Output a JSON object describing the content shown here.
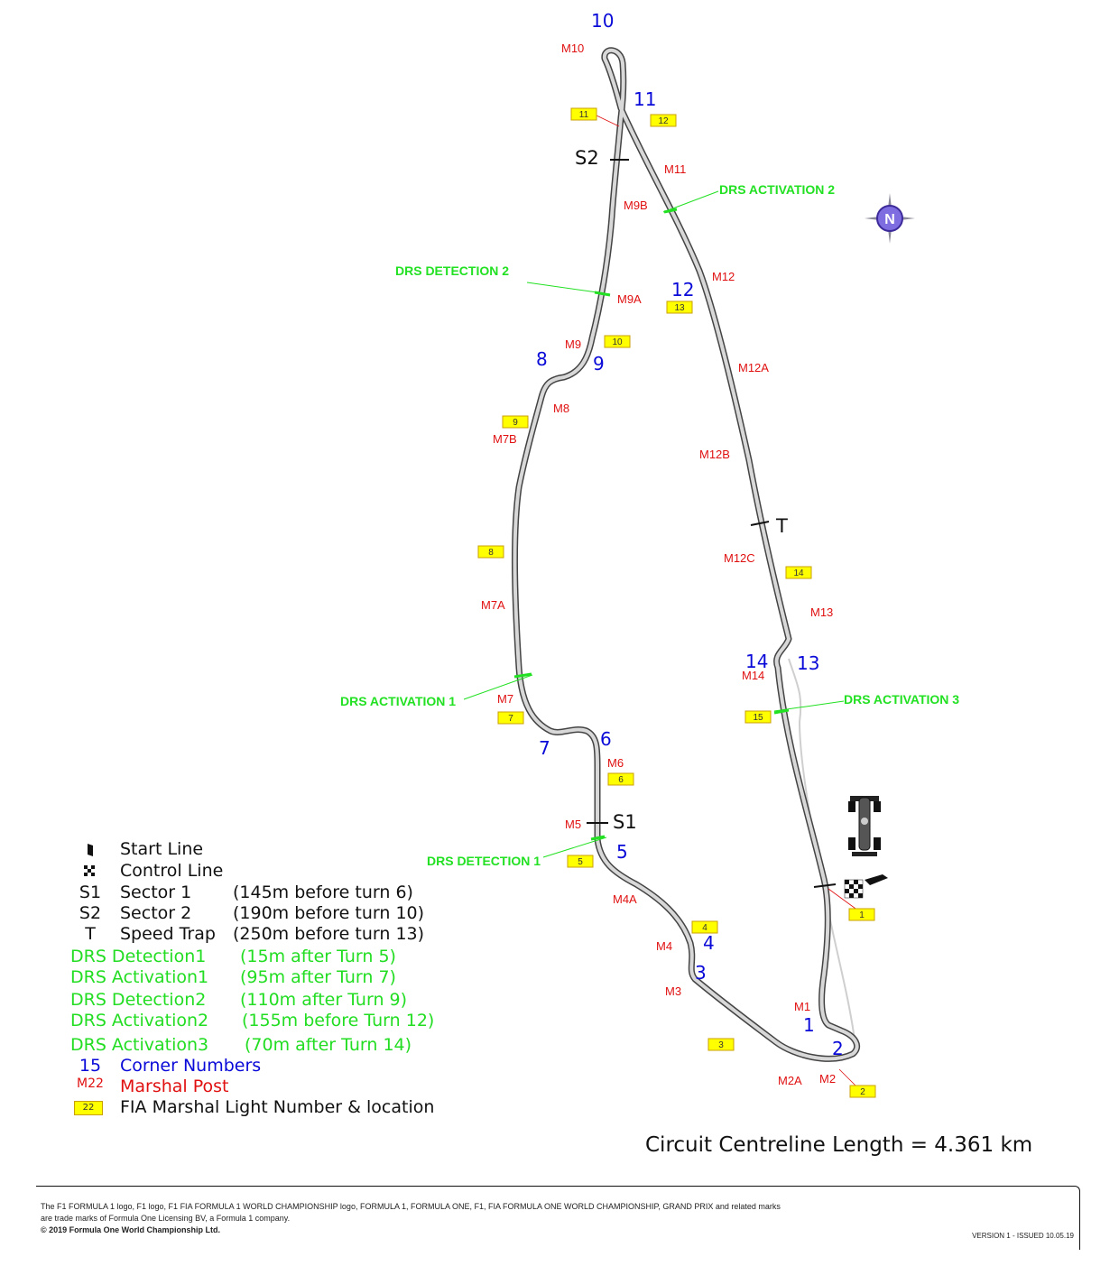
{
  "corners": [
    "1",
    "2",
    "3",
    "4",
    "5",
    "6",
    "7",
    "8",
    "9",
    "10",
    "11",
    "12",
    "13",
    "14"
  ],
  "marshal_posts": [
    "M1",
    "M2",
    "M2A",
    "M3",
    "M4",
    "M4A",
    "M5",
    "M6",
    "M7",
    "M7A",
    "M7B",
    "M8",
    "M9",
    "M9A",
    "M9B",
    "M10",
    "M11",
    "M12",
    "M12A",
    "M12B",
    "M12C",
    "M13",
    "M14"
  ],
  "marshal_lights": [
    "1",
    "2",
    "3",
    "4",
    "5",
    "6",
    "7",
    "8",
    "9",
    "10",
    "11",
    "12",
    "13",
    "14",
    "15"
  ],
  "drs_labels": {
    "detection_1": "DRS DETECTION 1",
    "activation_1": "DRS ACTIVATION 1",
    "detection_2": "DRS DETECTION 2",
    "activation_2": "DRS ACTIVATION 2",
    "activation_3": "DRS ACTIVATION 3"
  },
  "sector_labels": {
    "s1": "S1",
    "s2": "S2",
    "t": "T"
  },
  "compass": {
    "label": "N"
  },
  "legend": [
    {
      "symbol": "start-flag",
      "label": "Start Line",
      "detail": "",
      "color": "black"
    },
    {
      "symbol": "checker",
      "label": "Control Line",
      "detail": "",
      "color": "black"
    },
    {
      "symbol": "S1",
      "label": "Sector 1",
      "detail": "(145m before turn 6)",
      "color": "black"
    },
    {
      "symbol": "S2",
      "label": "Sector 2",
      "detail": "(190m before turn 10)",
      "color": "black"
    },
    {
      "symbol": "T",
      "label": "Speed Trap",
      "detail": "(250m before turn 13)",
      "color": "black"
    },
    {
      "symbol": "",
      "label": "DRS  Detection1",
      "detail": "(15m after Turn 5)",
      "color": "green"
    },
    {
      "symbol": "",
      "label": "DRS  Activation1",
      "detail": "(95m after Turn 7)",
      "color": "green"
    },
    {
      "symbol": "",
      "label": "DRS  Detection2",
      "detail": "(110m after Turn 9)",
      "color": "green"
    },
    {
      "symbol": "",
      "label": "DRS  Activation2",
      "detail": "(155m before Turn 12)",
      "color": "green"
    },
    {
      "symbol": "",
      "label": "DRS  Activation3",
      "detail": "(70m  after Turn 14)",
      "color": "green"
    },
    {
      "symbol": "15",
      "label": "Corner Numbers",
      "detail": "",
      "color": "blue"
    },
    {
      "symbol": "M22",
      "label": "Marshal Post",
      "detail": "",
      "color": "red"
    },
    {
      "symbol": "22",
      "label": "FIA Marshal Light Number & location",
      "detail": "",
      "color": "black"
    }
  ],
  "length_text": "Circuit Centreline Length = 4.361 km",
  "legal": {
    "line1": "The F1 FORMULA 1 logo, F1 logo, F1 FIA FORMULA 1 WORLD CHAMPIONSHIP logo, FORMULA 1, FORMULA ONE, F1, FIA FORMULA ONE WORLD CHAMPIONSHIP, GRAND PRIX and related marks",
    "line2": "are trade marks of Formula One Licensing BV, a Formula 1 company.",
    "copyright": "© 2019 Formula One World Championship Ltd."
  },
  "version": "VERSION 1 - ISSUED 10.05.19",
  "colors": {
    "corner": "#0a0ad8",
    "marshal": "#e01010",
    "drs": "#22e022",
    "light_box": "#ffff00",
    "track": "#d6d6d6"
  }
}
